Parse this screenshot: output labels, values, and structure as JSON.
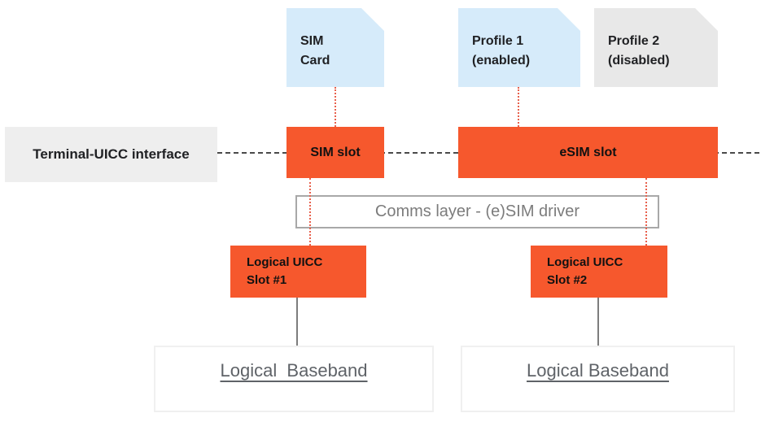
{
  "cards": {
    "sim_card": {
      "line1": "SIM",
      "line2": "Card"
    },
    "profile1": {
      "line1": "Profile 1",
      "line2": "(enabled)"
    },
    "profile2": {
      "line1": "Profile 2",
      "line2": "(disabled)"
    }
  },
  "interface": {
    "label": "Terminal-UICC interface"
  },
  "slots": {
    "sim": "SIM slot",
    "esim": "eSIM slot"
  },
  "comms": {
    "label": "Comms layer - (e)SIM driver"
  },
  "uicc": {
    "slot1": {
      "line1": "Logical UICC",
      "line2": "Slot #1"
    },
    "slot2": {
      "line1": "Logical UICC",
      "line2": "Slot #2"
    }
  },
  "baseband": {
    "left": "Logical  Baseband",
    "right": "Logical Baseband"
  },
  "colors": {
    "orange": "#F6582D",
    "light_blue": "#D6EBFA",
    "card_gray": "#E8E8E8",
    "interface_gray": "#EEEEEE",
    "red_connector": "#E8604C",
    "dash_line": "#4A4A4A",
    "comms_border": "#A8A8A8",
    "gray_text": "#5F6368"
  }
}
